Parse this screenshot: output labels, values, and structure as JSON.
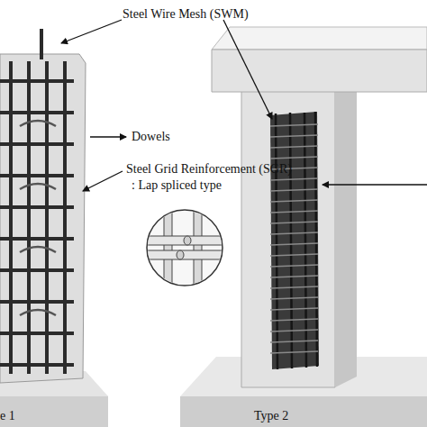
{
  "diagram": {
    "labels": [
      "Steel Wire Mesh (SWM)",
      "Dowels",
      "Steel Grid Reinforcement (SGR)",
      ": Lap spliced type",
      "e 1",
      "Type 2"
    ]
  }
}
